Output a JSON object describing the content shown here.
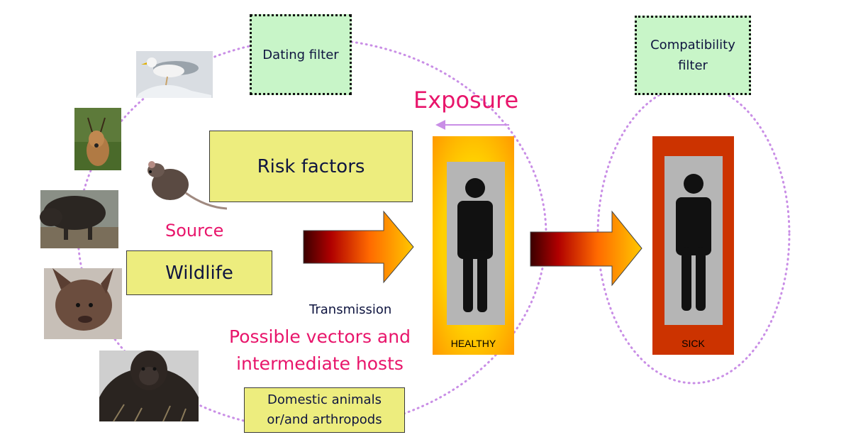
{
  "filters": {
    "dating": "Dating filter",
    "compatibility": "Compatibility\nfilter"
  },
  "labels": {
    "exposure": "Exposure",
    "risk_factors": "Risk factors",
    "source": "Source",
    "wildlife": "Wildlife",
    "transmission": "Transmission",
    "vectors": "Possible vectors and\nintermediate hosts",
    "domestic": "Domestic animals\nor/and arthropods"
  },
  "states": {
    "healthy": "HEALTHY",
    "sick": "SICK"
  },
  "animals": [
    "seagull",
    "roe-deer",
    "rat",
    "wild-boar",
    "bat",
    "gorilla"
  ],
  "colors": {
    "accent_pink": "#e8156b",
    "navy_text": "#0f1540",
    "box_yellow": "#eded7e",
    "box_green": "#c8f5c8",
    "dotted_circle": "#c98ee6",
    "sick_frame": "#cc3300"
  }
}
